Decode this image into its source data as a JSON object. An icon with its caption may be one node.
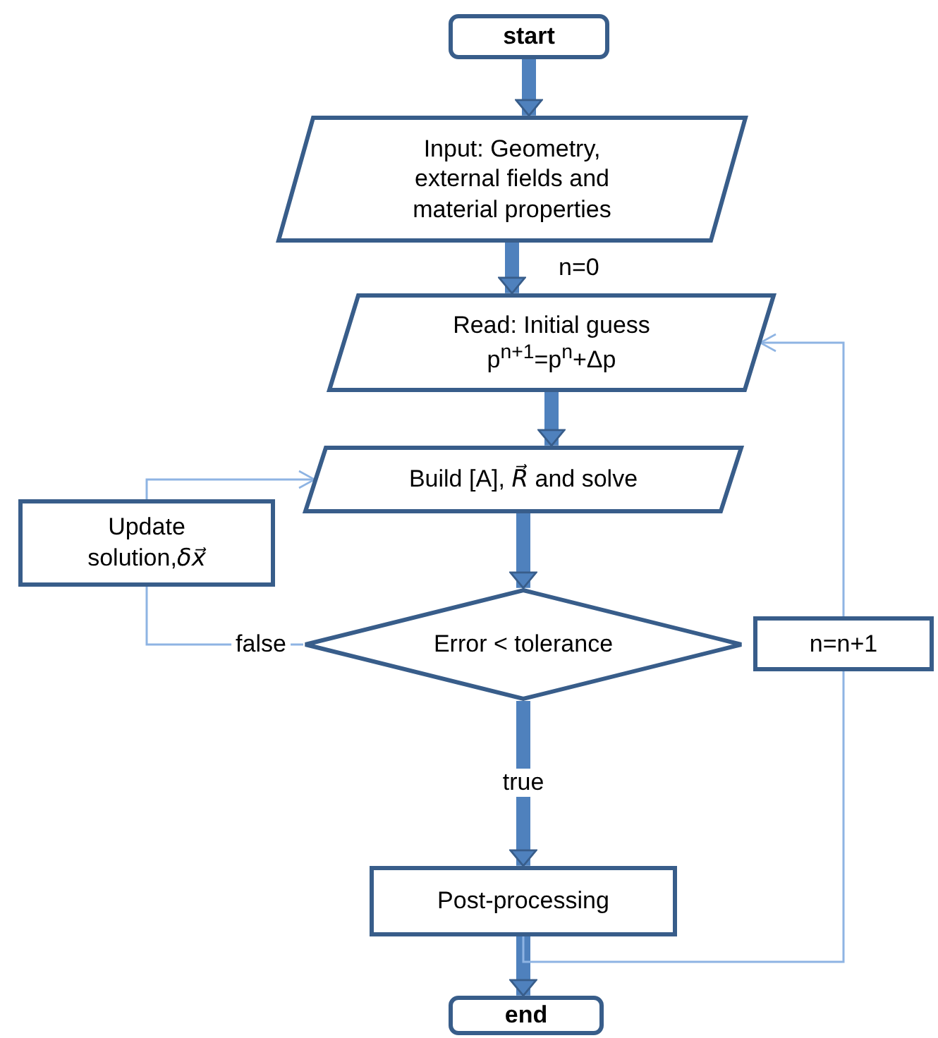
{
  "diagram": {
    "nodes": [
      {
        "text": [
          "start"
        ]
      },
      {
        "text": [
          "Input: Geometry, external fields and material properties"
        ]
      },
      {
        "text": [
          "Read: Initial guess",
          "p$^{n+1}$=p$^{n}$+Δp"
        ]
      },
      {
        "text": [
          "Build [A], *R⃗* and solve"
        ]
      },
      {
        "text": [
          "Error < tolerance"
        ]
      },
      {
        "text": [
          "Update solution,*δx⃗*"
        ]
      },
      {
        "text": [
          "n=n+1"
        ]
      },
      {
        "text": [
          "Post-processing"
        ]
      },
      {
        "text": [
          "end"
        ]
      }
    ],
    "edges": [
      {
        "from": 0,
        "to": 1,
        "arrow": "to"
      },
      {
        "from": 1,
        "to": 2,
        "arrow": "to",
        "label": "n=0"
      },
      {
        "from": 2,
        "to": 3,
        "arrow": "to"
      },
      {
        "from": 3,
        "to": 4,
        "arrow": "to"
      },
      {
        "from": 4,
        "to": 5,
        "arrow": "none",
        "label": "false",
        "color": "#8eb4e3"
      },
      {
        "from": 5,
        "to": 3,
        "arrow": "to",
        "color": "#8eb4e3"
      },
      {
        "from": 4,
        "to": 7,
        "arrow": "to",
        "label": "true"
      },
      {
        "from": 7,
        "to": 8,
        "arrow": "to"
      },
      {
        "from": 7,
        "to": 6,
        "arrow": "none",
        "color": "#8eb4e3"
      },
      {
        "from": 6,
        "to": 2,
        "arrow": "to",
        "color": "#8eb4e3"
      }
    ]
  }
}
